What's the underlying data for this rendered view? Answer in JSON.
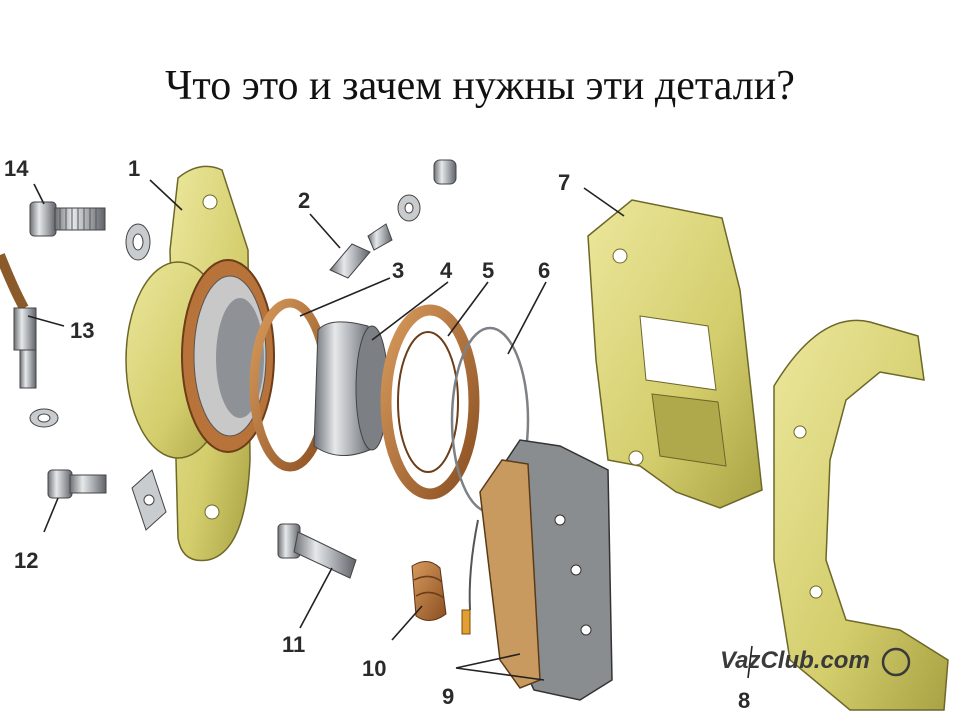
{
  "slide": {
    "title": "Что это и зачем нужны эти детали?"
  },
  "figure": {
    "part_labels": [
      "1",
      "2",
      "3",
      "4",
      "5",
      "6",
      "7",
      "8",
      "9",
      "10",
      "11",
      "12",
      "13",
      "14"
    ],
    "watermark": "VazClub.com",
    "colors": {
      "caliper_body": "#d8d37a",
      "caliper_shadow": "#b0a94c",
      "copper_ring": "#b8733a",
      "steel": "#a9adb2",
      "steel_dark": "#6f747a",
      "pad_backing": "#8a8d90",
      "pad_friction": "#c89a60"
    }
  }
}
